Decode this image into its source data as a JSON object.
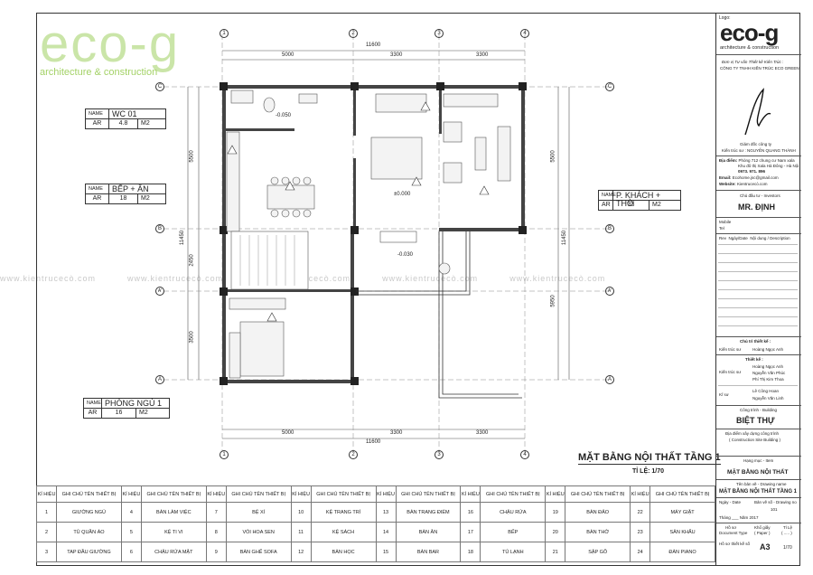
{
  "brand": {
    "logo_text": "eco-g",
    "tagline": "architecture & construction",
    "title_logo_label": "Logo:"
  },
  "watermark": "www.kientrucecò.com",
  "watermark_text": "www.kientrucecò.com",
  "rooms": [
    {
      "name": "WC 01",
      "area": "4.8",
      "unit": "M2"
    },
    {
      "name": "BẾP + ĂN",
      "area": "18",
      "unit": "M2"
    },
    {
      "name": "P. KHÁCH + THỜ",
      "area": "33",
      "unit": "M2"
    },
    {
      "name": "PHÒNG NGỦ 1",
      "area": "16",
      "unit": "M2"
    }
  ],
  "tag_labels": {
    "name": "NAME",
    "area": "AR"
  },
  "dimensions": {
    "top_total": "11600",
    "top_segments": [
      "5000",
      "3300",
      "3300"
    ],
    "bottom_total": "11600",
    "bottom_segments": [
      "5000",
      "3300",
      "3300"
    ],
    "left_total": "11450",
    "left_segments": [
      "5500",
      "2450",
      "3500"
    ],
    "right_total": "11450",
    "right_segments": [
      "5500",
      "5950"
    ]
  },
  "grid": {
    "cols": [
      "1",
      "2",
      "3",
      "4"
    ],
    "rows": [
      "C",
      "B",
      "A'",
      "A"
    ]
  },
  "levels": [
    "-0.050",
    "±0.000",
    "-0.030"
  ],
  "drawing_title": "MẶT BẰNG NỘI THẤT TẦNG 1",
  "scale": "TỈ LỆ: 1/70",
  "legend": {
    "headers": [
      "KÍ HIỆU",
      "GHI CHÚ TÊN THIẾT BỊ"
    ],
    "rows": [
      [
        [
          "1",
          "GIƯỜNG NGỦ"
        ],
        [
          "4",
          "BÀN LÀM VIỆC"
        ],
        [
          "7",
          "BỆ XÍ"
        ],
        [
          "10",
          "KỆ TRANG TRÍ"
        ],
        [
          "13",
          "BÀN TRANG ĐIỂM"
        ],
        [
          "16",
          "CHẬU RỬA"
        ],
        [
          "19",
          "BÀN ĐẢO"
        ],
        [
          "22",
          "MÁY GIẶT"
        ]
      ],
      [
        [
          "2",
          "TỦ QUẦN ÁO"
        ],
        [
          "5",
          "KỆ TI VI"
        ],
        [
          "8",
          "VÒI HOA SEN"
        ],
        [
          "11",
          "KỆ SÁCH"
        ],
        [
          "14",
          "BÀN ĂN"
        ],
        [
          "17",
          "BẾP"
        ],
        [
          "20",
          "BÀN THỜ"
        ],
        [
          "23",
          "SÂN KHẤU"
        ]
      ],
      [
        [
          "3",
          "TAP ĐẦU GIƯỜNG"
        ],
        [
          "6",
          "CHẬU RỬA MẶT"
        ],
        [
          "9",
          "BÀN GHẾ SOFA"
        ],
        [
          "12",
          "BÀN HỌC"
        ],
        [
          "15",
          "BÀN BAR"
        ],
        [
          "18",
          "TỦ LẠNH"
        ],
        [
          "21",
          "SẬP GỖ"
        ],
        [
          "24",
          "ĐÀN PIANO"
        ]
      ]
    ]
  },
  "title_block": {
    "unit_label": "Đơn vị Tư vấn Thiết kế Kiến Trúc :",
    "company": "CÔNG TY TNHH KIẾN TRÚC ECO GREEN",
    "director_label": "Giám đốc công ty",
    "architect_line": "Kiến trúc sư :  NGUYỄN QUANG THÀNH",
    "address_label": "Địa điểm:",
    "address": "Phòng 712 chung cư Nam xala",
    "address2": "Khu đô thị Xala Hà Đông - Hà Nội",
    "phone": "0973. 971. 896",
    "email_label": "Email:",
    "email": "Ecohome.jsc@gmail.com",
    "website_label": "Website:",
    "website": "Kientrucecò.com",
    "investor_label": "Chủ đầu tư - Investors",
    "investor": "MR. ĐỊNH",
    "mobile_label": "Mobile",
    "tel_label": "Tel",
    "rev_labels": [
      "Rev",
      "Ngày/Date",
      "Nội dung / Description"
    ],
    "chief_label": "Chủ trì thiết kế :",
    "chief_role": "Kiến trúc sư",
    "chief_name": "Hoàng Ngọc Anh",
    "design_label": "Thiết kế :",
    "design_role": "Kiến trúc sư",
    "design_names": [
      "Hoàng Ngọc Anh",
      "Nguyễn Văn Phúc",
      "Phí Thị Kim Thoa"
    ],
    "eng_role": "Kĩ sư",
    "eng_names": [
      "Lê Công Hoan",
      "Nguyễn Văn Linh"
    ],
    "project_label": "Công trình - Building",
    "project": "BIỆT THỰ",
    "site_label": "Địa điểm xây dựng công trình",
    "site_label2": "( Construction Site Building )",
    "item_label": "Hạng mục - Item",
    "item": "MẶT BẰNG NỘI THẤT",
    "drawing_label": "Tên bản vẽ - Drawing name",
    "drawing_name": "MẶT BẰNG NỘI THẤT TẦNG 1",
    "date_label": "Ngày - Date",
    "date": "Tháng ___ Năm 2017",
    "drawing_no_label": "Bản vẽ số - Drawing no",
    "drawing_no": "101",
    "doc_type_label": "Hồ sơ",
    "doc_type": "Document Type",
    "paper_label": "Khổ giấy",
    "paper": "( Paper )",
    "paper_size": "A3",
    "scale_label": "Tỉ Lệ",
    "scale_value": "( ..... )",
    "scale_num": "1/70",
    "doc_no_label": "Hồ sơ thiết kế số"
  }
}
